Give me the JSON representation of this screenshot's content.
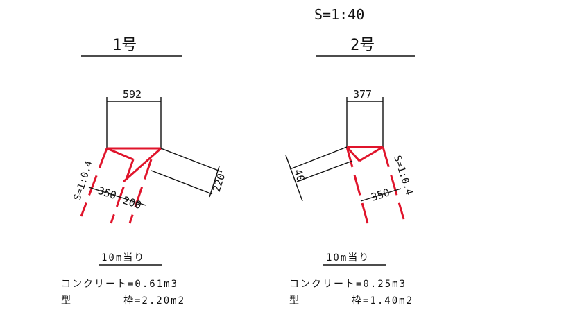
{
  "scale_label": "S=1:40",
  "section1": {
    "title": "1号",
    "dim_top": "592",
    "dim_side": "220",
    "dim_width": "350",
    "dim_thick": "200",
    "slope": "S=1:0.4",
    "per_label": "10m当り",
    "concrete": "コンクリート=0.61m3",
    "form_a": "型",
    "form_b": "枠=2.20m2"
  },
  "section2": {
    "title": "2号",
    "dim_top": "377",
    "dim_side": "40",
    "dim_width": "350",
    "slope": "S=1:0.4",
    "per_label": "10m当り",
    "concrete": "コンクリート=0.25m3",
    "form_a": "型",
    "form_b": "枠=1.40m2"
  },
  "colors": {
    "line": "#111111",
    "red": "#e0142b"
  }
}
